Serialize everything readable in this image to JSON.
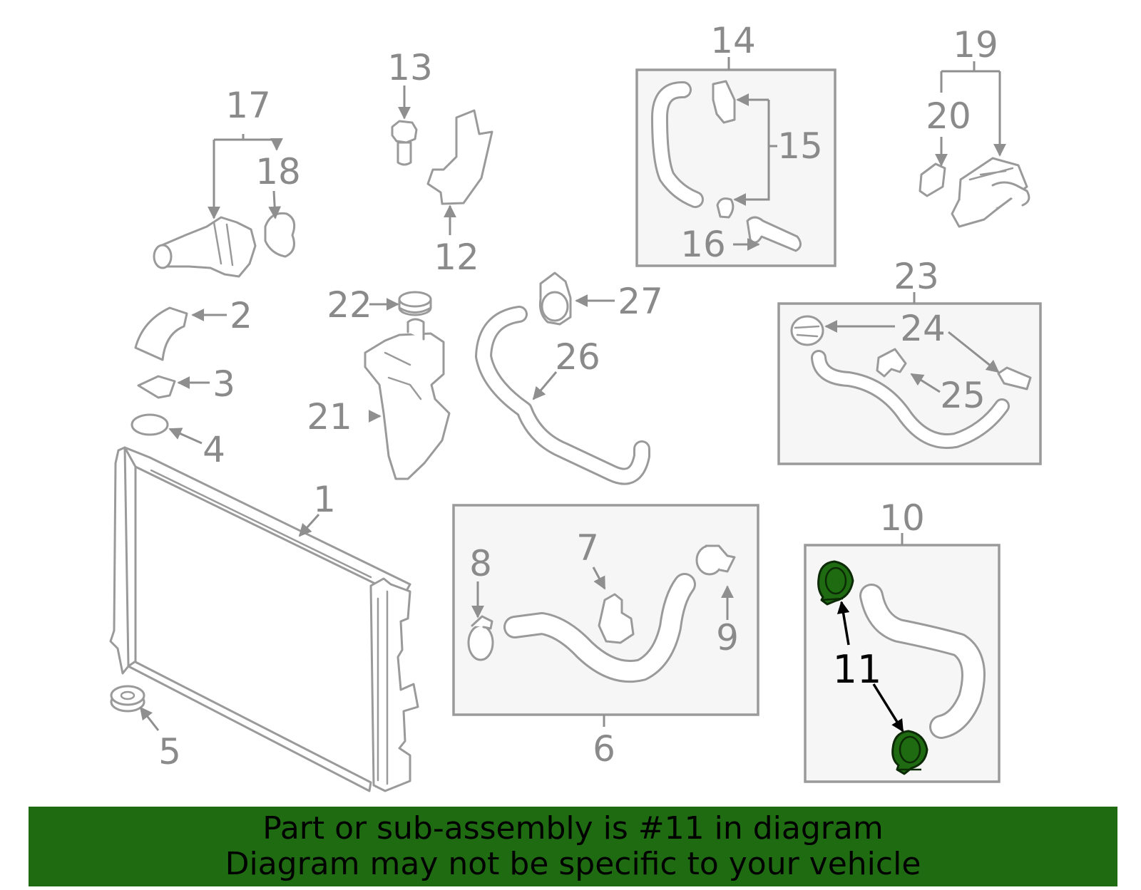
{
  "callouts": {
    "n1": "1",
    "n2": "2",
    "n3": "3",
    "n4": "4",
    "n5": "5",
    "n6": "6",
    "n7": "7",
    "n8": "8",
    "n9": "9",
    "n10": "10",
    "n11": "11",
    "n12": "12",
    "n13": "13",
    "n14": "14",
    "n15": "15",
    "n16": "16",
    "n17": "17",
    "n18": "18",
    "n19": "19",
    "n20": "20",
    "n21": "21",
    "n22": "22",
    "n23": "23",
    "n24": "24",
    "n25": "25",
    "n26": "26",
    "n27": "27"
  },
  "highlight": {
    "part": "11",
    "color": "#1f6b12"
  },
  "banner": {
    "line1": "Part or sub-assembly is #11 in diagram",
    "line2": "Diagram may not be specific to your vehicle",
    "background": "#1f6b12"
  }
}
